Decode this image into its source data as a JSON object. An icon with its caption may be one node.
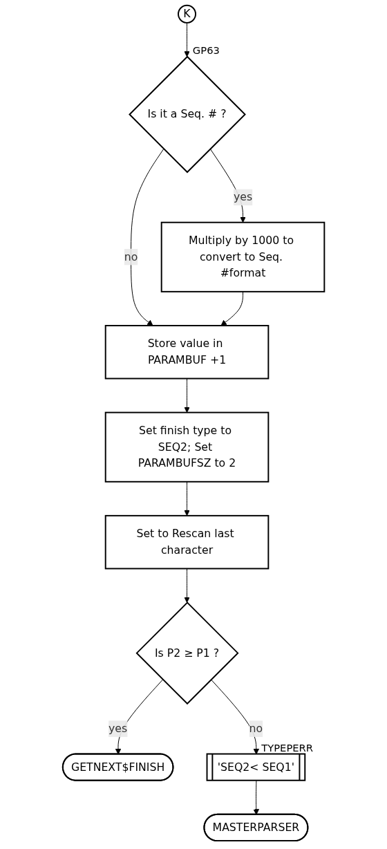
{
  "diagram": {
    "nodes": [
      {
        "text": [
          "K"
        ]
      },
      {
        "text": [
          "Is it a Seq. # ?"
        ],
        "beside": [
          "GP63"
        ]
      },
      {
        "text": [
          "Multiply by 1000 to convert to Seq. #format"
        ]
      },
      {
        "text": [
          "Store value in PARAMBUF +1"
        ]
      },
      {
        "text": [
          "Set finish type to SEQ2; Set PARAMBUFSZ to 2"
        ]
      },
      {
        "text": [
          "Set to Rescan last character"
        ]
      },
      {
        "text": [
          "Is P2 ≥ P1 ?"
        ]
      },
      {
        "text": [
          "GETNEXT$FINISH"
        ]
      },
      {
        "text": [
          "'SEQ2< SEQ1'"
        ],
        "beside": [
          "TYPEPERR"
        ]
      },
      {
        "text": [
          "MASTERPARSER"
        ]
      }
    ],
    "edges": [
      {
        "from": 0,
        "to": 1,
        "arrow": "to"
      },
      {
        "from": 1,
        "to": 2,
        "label": "yes",
        "arrow": "to"
      },
      {
        "from": 1,
        "to": 3,
        "label": "no",
        "arrow": "to"
      },
      {
        "from": 2,
        "to": 3,
        "arrow": "to"
      },
      {
        "from": 3,
        "to": 4,
        "arrow": "to"
      },
      {
        "from": 4,
        "to": 5,
        "arrow": "to"
      },
      {
        "from": 5,
        "to": 6,
        "arrow": "to"
      },
      {
        "from": 6,
        "to": 7,
        "label": "yes",
        "arrow": "to"
      },
      {
        "from": 6,
        "to": 8,
        "label": "no",
        "arrow": "to"
      },
      {
        "from": 8,
        "to": 9,
        "arrow": "to"
      }
    ]
  }
}
